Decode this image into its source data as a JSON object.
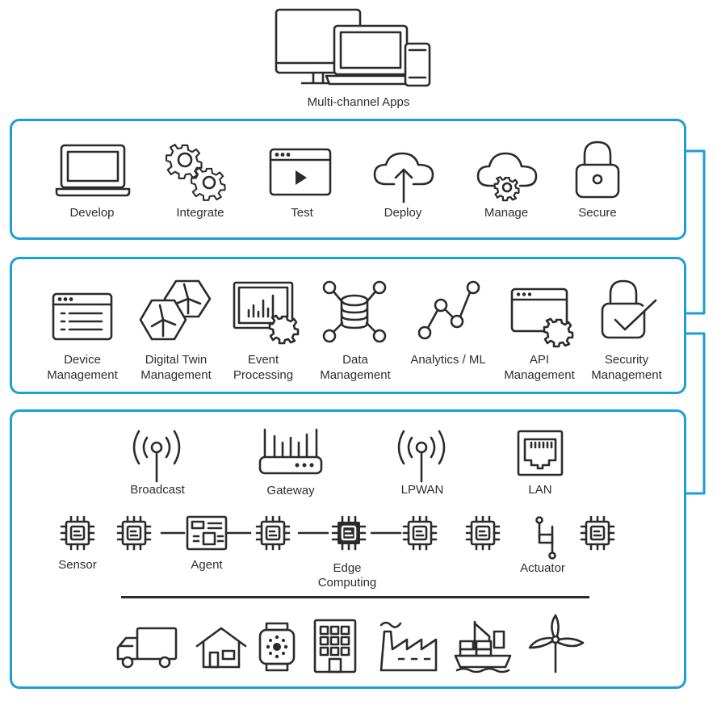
{
  "top": {
    "label": "Multi-channel Apps"
  },
  "lifecycle": [
    {
      "label": "Develop",
      "icon": "laptop-icon"
    },
    {
      "label": "Integrate",
      "icon": "gears-icon"
    },
    {
      "label": "Test",
      "icon": "play-window-icon"
    },
    {
      "label": "Deploy",
      "icon": "cloud-upload-icon"
    },
    {
      "label": "Manage",
      "icon": "cloud-gear-icon"
    },
    {
      "label": "Secure",
      "icon": "padlock-icon"
    }
  ],
  "platform": [
    {
      "label1": "Device",
      "label2": "Management",
      "icon": "device-list-icon"
    },
    {
      "label1": "Digital Twin",
      "label2": "Management",
      "icon": "wind-turbine-hexagon-icon"
    },
    {
      "label1": "Event",
      "label2": "Processing",
      "icon": "monitor-gear-icon"
    },
    {
      "label1": "Data",
      "label2": "Management",
      "icon": "database-network-icon"
    },
    {
      "label1": "Analytics / ML",
      "label2": "",
      "icon": "line-graph-icon"
    },
    {
      "label1": "API",
      "label2": "Management",
      "icon": "window-gear-icon"
    },
    {
      "label1": "Security",
      "label2": "Management",
      "icon": "padlock-check-icon"
    }
  ],
  "connectivity": [
    {
      "label": "Broadcast",
      "icon": "broadcast-antenna-icon"
    },
    {
      "label": "Gateway",
      "icon": "router-icon"
    },
    {
      "label": "LPWAN",
      "icon": "lpwan-antenna-icon"
    },
    {
      "label": "LAN",
      "icon": "ethernet-port-icon"
    }
  ],
  "edge": {
    "sensor": "Sensor",
    "agent": "Agent",
    "edge1": "Edge",
    "edge2": "Computing",
    "actuator": "Actuator"
  },
  "assets": [
    {
      "icon": "truck-icon"
    },
    {
      "icon": "house-icon"
    },
    {
      "icon": "smartwatch-icon"
    },
    {
      "icon": "building-icon"
    },
    {
      "icon": "factory-icon"
    },
    {
      "icon": "cargo-ship-icon"
    },
    {
      "icon": "wind-turbine-icon"
    }
  ],
  "colors": {
    "accent": "#1a9fd6",
    "ink": "#2b2b2b"
  }
}
